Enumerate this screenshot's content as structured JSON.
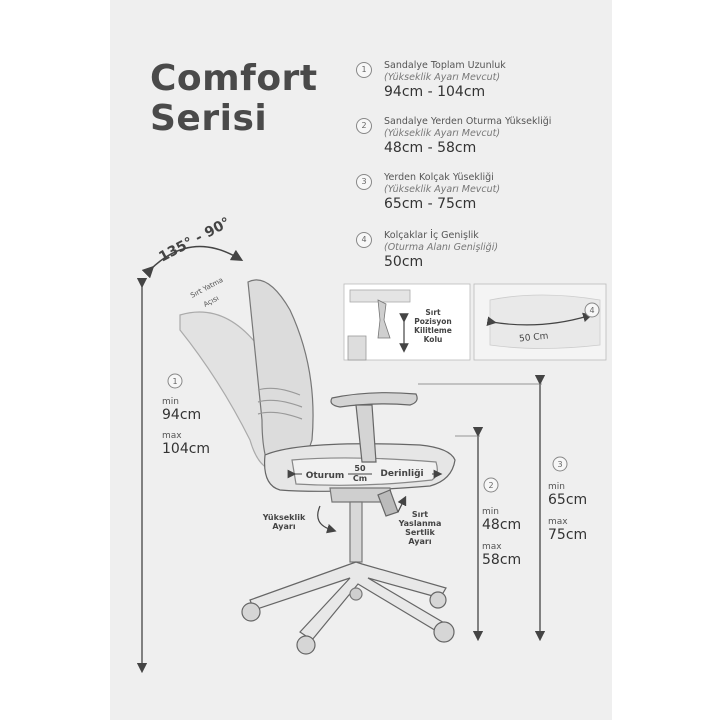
{
  "title": {
    "line1": "Comfort",
    "line2": "Serisi"
  },
  "specs": [
    {
      "num": "1",
      "label": "Sandalye Toplam Uzunluk",
      "sub": "(Yükseklik Ayarı Mevcut)",
      "value": "94cm - 104cm"
    },
    {
      "num": "2",
      "label": "Sandalye Yerden Oturma Yüksekliği",
      "sub": "(Yükseklik Ayarı Mevcut)",
      "value": "48cm - 58cm"
    },
    {
      "num": "3",
      "label": "Yerden Kolçak Yüsekliği",
      "sub": "(Yükseklik Ayarı Mevcut)",
      "value": "65cm - 75cm"
    },
    {
      "num": "4",
      "label": "Kolçaklar İç Genişlik",
      "sub": "(Oturma Alanı Genişliği)",
      "value": "50cm"
    }
  ],
  "recline": {
    "angle": "135° - 90°",
    "label1": "Sırt Yatma",
    "label2": "Açısı"
  },
  "detail": {
    "line1": "Sırt",
    "line2": "Pozisyon",
    "line3": "Kilitleme",
    "line4": "Kolu",
    "num4": "4",
    "width": "50 Cm"
  },
  "seat": {
    "oturum": "Oturum",
    "derinligi": "Derinliği",
    "depth": "50",
    "depth_unit": "Cm"
  },
  "labels": {
    "yukseklik1": "Yükseklik",
    "yukseklik2": "Ayarı",
    "sirt1": "Sırt",
    "sirt2": "Yaslanma",
    "sirt3": "Sertlik",
    "sirt4": "Ayarı"
  },
  "dims": [
    {
      "num": "1",
      "min_label": "min",
      "min": "94cm",
      "max_label": "max",
      "max": "104cm"
    },
    {
      "num": "2",
      "min_label": "min",
      "min": "48cm",
      "max_label": "max",
      "max": "58cm"
    },
    {
      "num": "3",
      "min_label": "min",
      "min": "65cm",
      "max_label": "max",
      "max": "75cm"
    }
  ]
}
